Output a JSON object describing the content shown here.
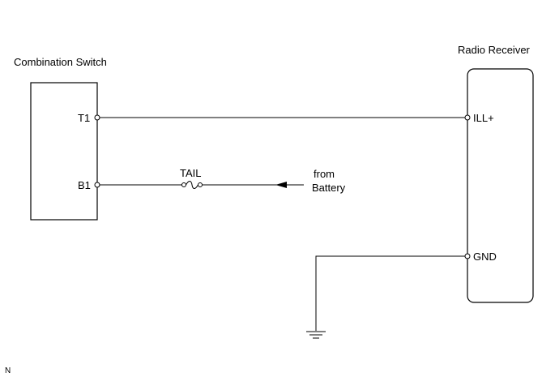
{
  "components": {
    "combination_switch": {
      "title": "Combination Switch",
      "pins": {
        "t1": "T1",
        "b1": "B1"
      }
    },
    "radio_receiver": {
      "title": "Radio Receiver",
      "pins": {
        "ill": "ILL+",
        "gnd": "GND"
      }
    }
  },
  "fuse": {
    "label": "TAIL"
  },
  "source": {
    "line1": "from",
    "line2": "Battery"
  },
  "corner_mark": "N"
}
